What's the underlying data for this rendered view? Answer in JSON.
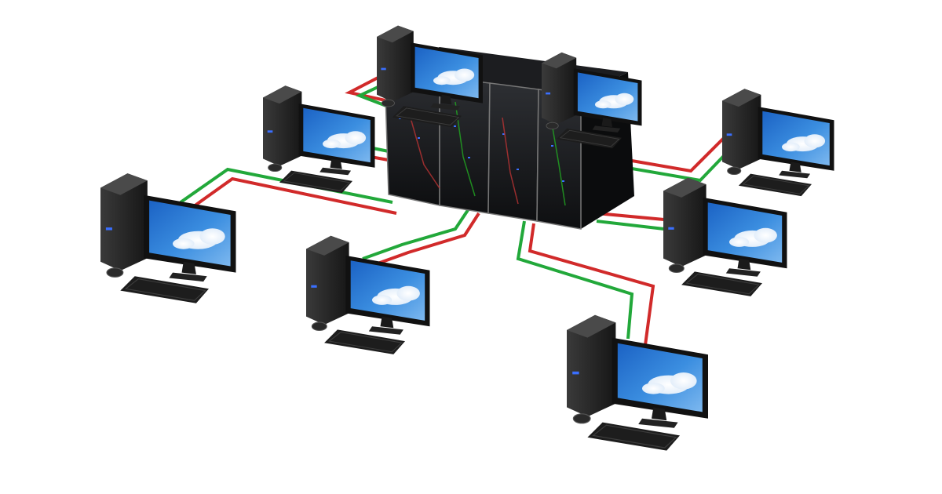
{
  "scene": {
    "subject": "server-rack-network",
    "workstation_count": 8,
    "server_cabinet_count": 4
  },
  "colors": {
    "background": "#ffffff",
    "cable_outbound": "#d12a2a",
    "cable_inbound": "#22a83a",
    "server_body": "#141414",
    "case_body": "#202020",
    "screen_sky": "#2f7fd6"
  },
  "icons": {
    "server": "server-rack-icon",
    "workstation": "desktop-computer-icon",
    "keyboard": "keyboard-icon",
    "mouse": "mouse-icon"
  }
}
